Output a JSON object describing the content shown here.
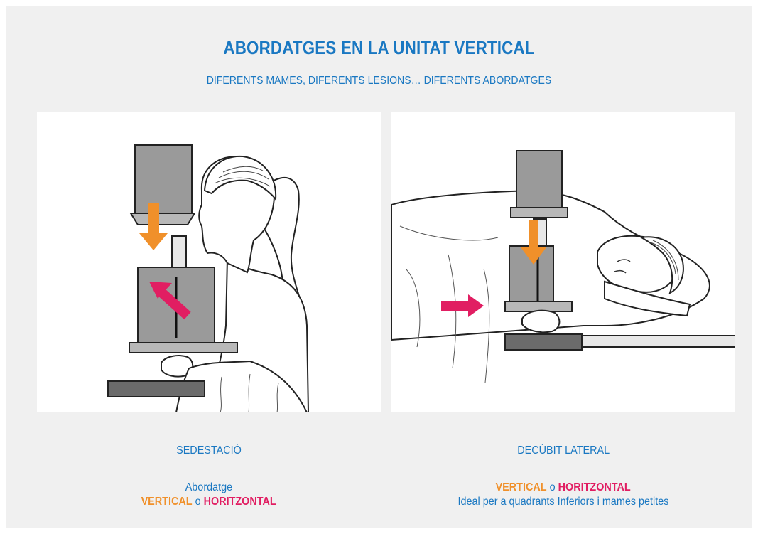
{
  "header": {
    "title": "ABORDATGES EN LA UNITAT VERTICAL",
    "subtitle": "DIFERENTS MAMES, DIFERENTS LESIONS… DIFERENTS ABORDATGES"
  },
  "panels": [
    {
      "label": "SEDESTACIÓ",
      "approach_prefix": "Abordatge",
      "vertical": "VERTICAL",
      "connector": "o",
      "horizontal": "HORITZONTAL"
    },
    {
      "label": "DECÚBIT LATERAL",
      "vertical": "VERTICAL",
      "connector": "o",
      "horizontal": "HORITZONTAL",
      "note": "Ideal per a quadrants Inferiors i mames petites"
    }
  ],
  "colors": {
    "title_blue": "#1a78c2",
    "vertical_orange": "#f0902a",
    "horizontal_pink": "#e11e62",
    "background": "#f0f0f0",
    "device_gray": "#9a9a9a",
    "platform_dark": "#6b6b6b"
  },
  "icons": [
    "vertical-arrow-icon",
    "horizontal-arrow-icon"
  ]
}
